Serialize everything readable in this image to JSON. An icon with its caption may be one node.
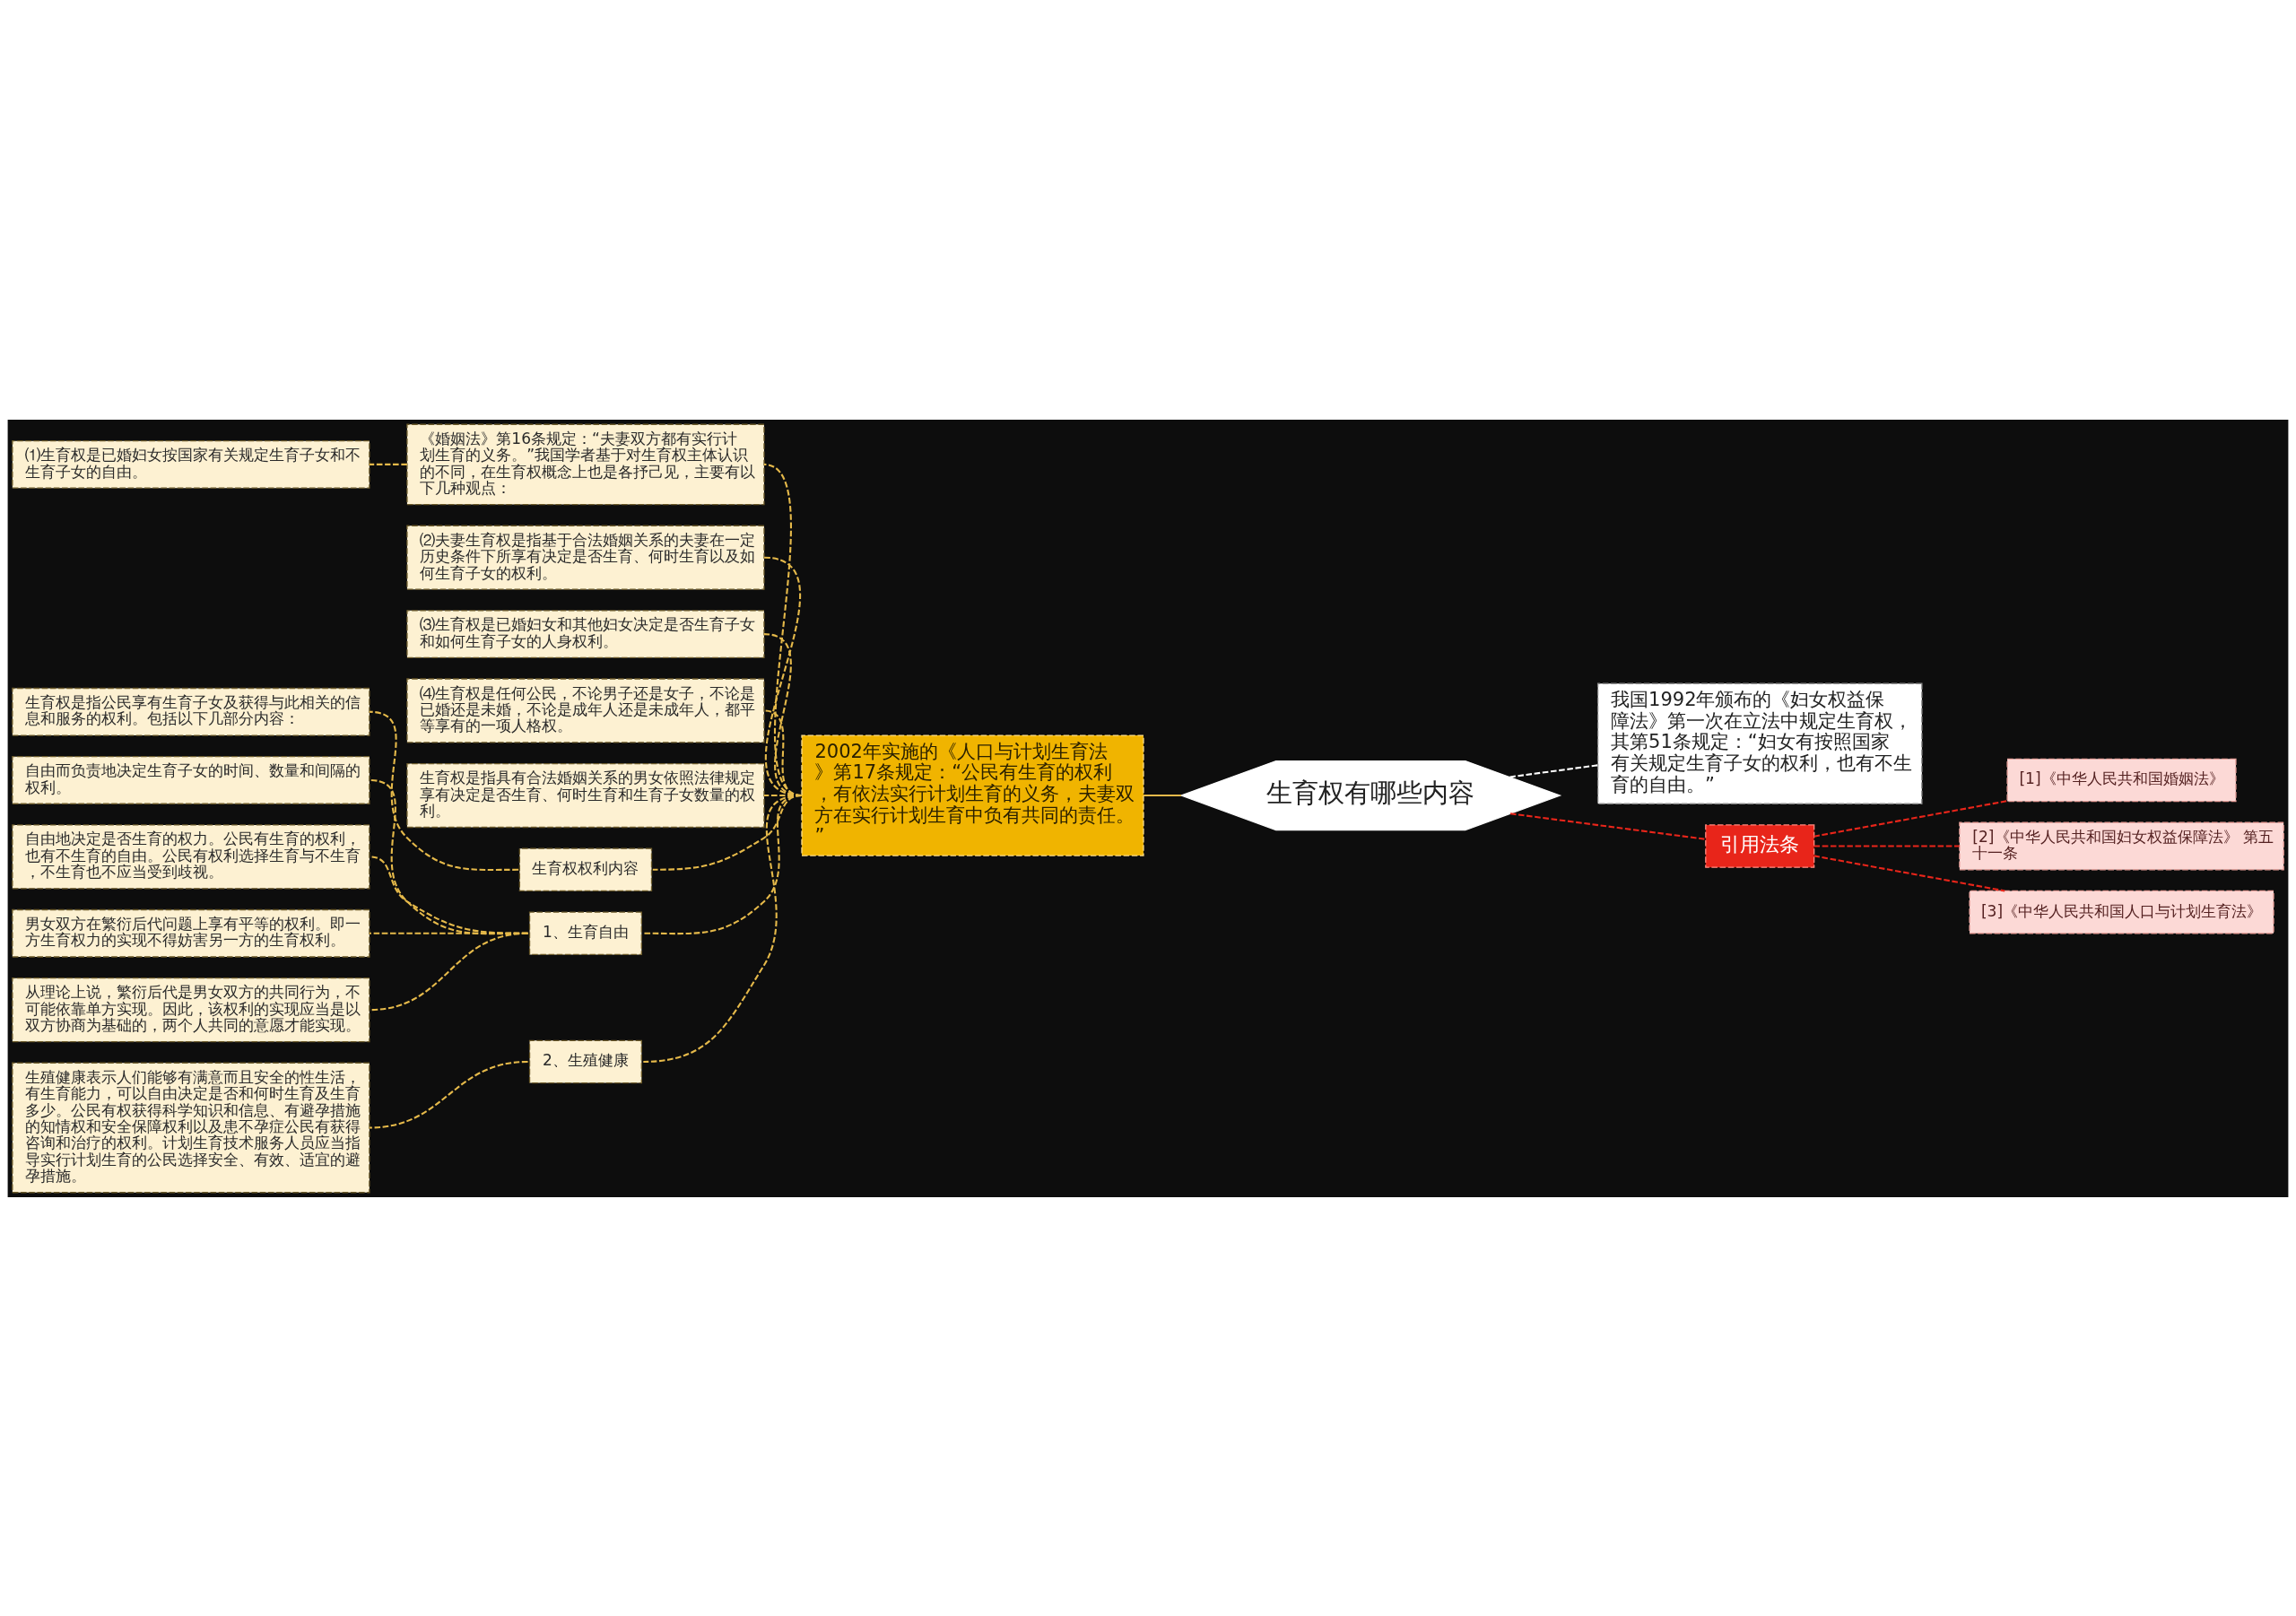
{
  "diagram": {
    "nodes": [
      {
        "text": [
          "生育权有哪些内容"
        ]
      },
      {
        "text": [
          "2002年实施的《人口与计划生育法》第17条规定：“公民有生育的权利，有依法实行计划生育的义务，夫妻双方在实行计划生育中负有共同的责任。”"
        ]
      },
      {
        "text": [
          "《婚姻法》第16条规定：“夫妻双方都有实行计划生育的义务。”我国学者基于对生育权主体认识的不同，在生育权概念上也是各抒己见，主要有以下几种观点："
        ]
      },
      {
        "text": [
          "⑴生育权是已婚妇女按国家有关规定生育子女和不生育子女的自由。"
        ]
      },
      {
        "text": [
          "⑵夫妻生育权是指基于合法婚姻关系的夫妻在一定历史条件下所享有决定是否生育、何时生育以及如何生育子女的权利。"
        ]
      },
      {
        "text": [
          "⑶生育权是已婚妇女和其他妇女决定是否生育子女和如何生育子女的人身权利。"
        ]
      },
      {
        "text": [
          "⑷生育权是任何公民，不论男子还是女子，不论是已婚还是未婚，不论是成年人还是未成年人，都平等享有的一项人格权。"
        ]
      },
      {
        "text": [
          "生育权是指具有合法婚姻关系的男女依照法律规定享有决定是否生育、何时生育和生育子女数量的权利。"
        ]
      },
      {
        "text": [
          "生育权权利内容"
        ]
      },
      {
        "text": [
          "生育权是指公民享有生育子女及获得与此相关的信息和服务的权利。包括以下几部分内容："
        ]
      },
      {
        "text": [
          "1、生育自由"
        ]
      },
      {
        "text": [
          "自由而负责地决定生育子女的时间、数量和间隔的权利。"
        ]
      },
      {
        "text": [
          "自由地决定是否生育的权力。公民有生育的权利，也有不生育的自由。公民有权利选择生育与不生育，不生育也不应当受到歧视。"
        ]
      },
      {
        "text": [
          "男女双方在繁衍后代问题上享有平等的权利。即一方生育权力的实现不得妨害另一方的生育权利。"
        ]
      },
      {
        "text": [
          "从理论上说，繁衍后代是男女双方的共同行为，不可能依靠单方实现。因此，该权利的实现应当是以双方协商为基础的，两个人共同的意愿才能实现。"
        ]
      },
      {
        "text": [
          "2、生殖健康"
        ]
      },
      {
        "text": [
          "生殖健康表示人们能够有满意而且安全的性生活，有生育能力，可以自由决定是否和何时生育及生育多少。公民有权获得科学知识和信息、有避孕措施的知情权和安全保障权利以及患不孕症公民有获得咨询和治疗的权利。计划生育技术服务人员应当指导实行计划生育的公民选择安全、有效、适宜的避孕措施。"
        ]
      },
      {
        "text": [
          "我国1992年颁布的《妇女权益保障法》第一次在立法中规定生育权，其第51条规定：“妇女有按照国家有关规定生育子女的权利，也有不生育的自由。”"
        ]
      },
      {
        "text": [
          "引用法条"
        ]
      },
      {
        "text": [
          "[1]《中华人民共和国婚姻法》"
        ]
      },
      {
        "text": [
          "[2]《中华人民共和国妇女权益保障法》 第五十一条"
        ]
      },
      {
        "text": [
          "[3]《中华人民共和国人口与计划生育法》"
        ]
      }
    ],
    "edges": [
      {
        "from": 0,
        "to": 1,
        "arrow": "none"
      },
      {
        "from": 1,
        "to": 2,
        "arrow": "none",
        "style": "dashed"
      },
      {
        "from": 2,
        "to": 3,
        "arrow": "none",
        "style": "dashed"
      },
      {
        "from": 1,
        "to": 4,
        "arrow": "none",
        "style": "dashed"
      },
      {
        "from": 1,
        "to": 5,
        "arrow": "none",
        "style": "dashed"
      },
      {
        "from": 1,
        "to": 6,
        "arrow": "none",
        "style": "dashed"
      },
      {
        "from": 1,
        "to": 7,
        "arrow": "none",
        "style": "dashed"
      },
      {
        "from": 1,
        "to": 8,
        "arrow": "none",
        "style": "dashed"
      },
      {
        "from": 8,
        "to": 9,
        "arrow": "none",
        "style": "dashed"
      },
      {
        "from": 1,
        "to": 10,
        "arrow": "none",
        "style": "dashed"
      },
      {
        "from": 10,
        "to": 11,
        "arrow": "none",
        "style": "dashed"
      },
      {
        "from": 10,
        "to": 12,
        "arrow": "none",
        "style": "dashed"
      },
      {
        "from": 10,
        "to": 13,
        "arrow": "none",
        "style": "dashed"
      },
      {
        "from": 10,
        "to": 14,
        "arrow": "none",
        "style": "dashed"
      },
      {
        "from": 1,
        "to": 15,
        "arrow": "none",
        "style": "dashed"
      },
      {
        "from": 15,
        "to": 16,
        "arrow": "none",
        "style": "dashed"
      },
      {
        "from": 0,
        "to": 17,
        "arrow": "none",
        "style": "dashed",
        "color": "#ffffff"
      },
      {
        "from": 0,
        "to": 18,
        "arrow": "none",
        "style": "dashed",
        "color": "#e8251a"
      },
      {
        "from": 18,
        "to": 19,
        "arrow": "none",
        "style": "dashed",
        "color": "#e8251a"
      },
      {
        "from": 18,
        "to": 20,
        "arrow": "none",
        "style": "dashed",
        "color": "#e8251a"
      },
      {
        "from": 18,
        "to": 21,
        "arrow": "none",
        "style": "dashed",
        "color": "#e8251a"
      }
    ]
  }
}
